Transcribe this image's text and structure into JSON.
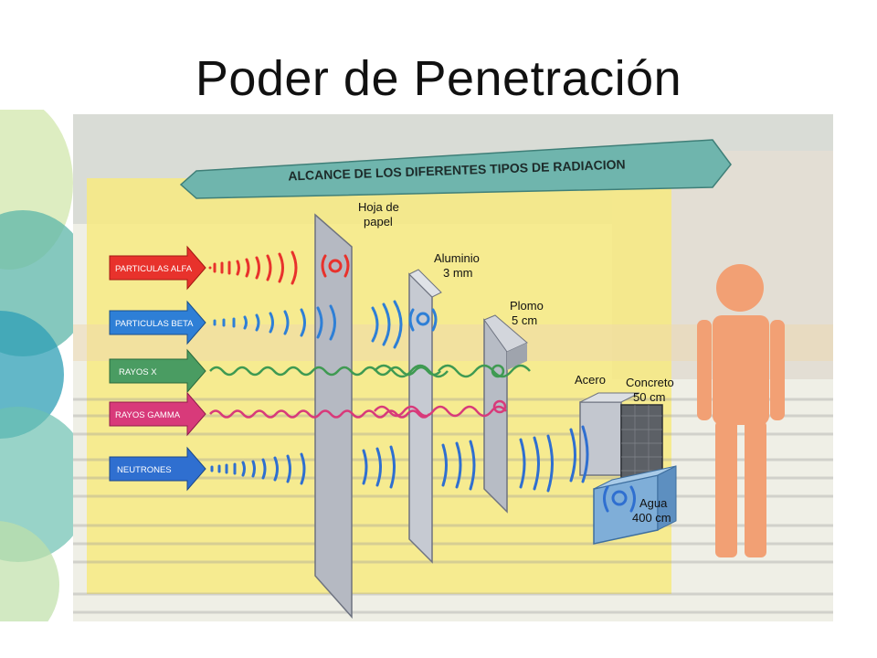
{
  "slide": {
    "title": "Poder de Penetración"
  },
  "diagram": {
    "banner_title": "ALCANCE DE LOS DIFERENTES TIPOS DE RADIACION",
    "radiation_types": [
      {
        "label": "PARTICULAS ALFA",
        "color": "#e8322c"
      },
      {
        "label": "PARTICULAS BETA",
        "color": "#2e7fd6"
      },
      {
        "label": "RAYOS X",
        "color": "#3f9a52"
      },
      {
        "label": "RAYOS GAMMA",
        "color": "#d83a7a"
      },
      {
        "label": "NEUTRONES",
        "color": "#2f6fd0"
      }
    ],
    "barriers": [
      {
        "name_line1": "Hoja de",
        "name_line2": "papel"
      },
      {
        "name_line1": "Aluminio",
        "name_line2": "3 mm"
      },
      {
        "name_line1": "Plomo",
        "name_line2": "5 cm"
      },
      {
        "name_line1": "Acero",
        "name_line2": ""
      },
      {
        "name_line1": "Concreto",
        "name_line2": "50 cm"
      },
      {
        "name_line1": "Agua",
        "name_line2": "400 cm"
      }
    ]
  }
}
